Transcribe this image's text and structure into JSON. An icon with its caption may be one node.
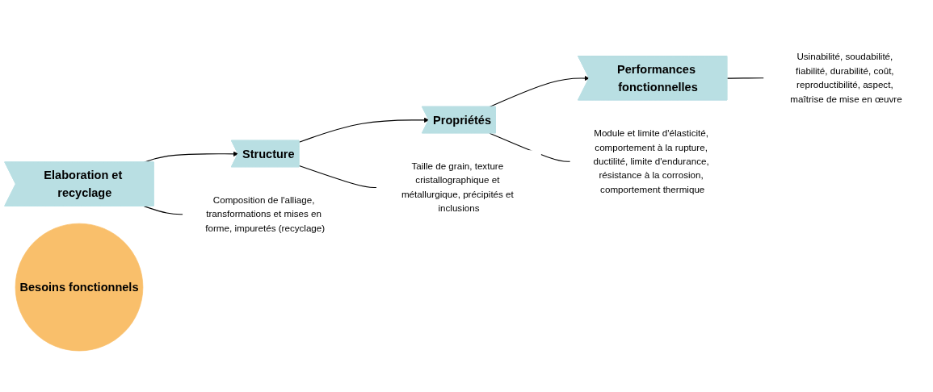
{
  "diagram": {
    "nodes": [
      {
        "text": [
          "Elaboration et recyclage"
        ]
      },
      {
        "text": [
          "Structure"
        ]
      },
      {
        "text": [
          "Propriétés"
        ]
      },
      {
        "text": [
          "Performances fonctionnelles"
        ]
      },
      {
        "text": [
          "Besoins fonctionnels"
        ]
      },
      {
        "text": [
          "Composition de l'alliage, transformations et mises en forme, impuretés (recyclage)"
        ]
      },
      {
        "text": [
          "Taille de grain, texture cristallographique et métallurgique, précipités et inclusions"
        ]
      },
      {
        "text": [
          "Module et limite d'élasticité, comportement à la rupture, ductilité, limite d'endurance, résistance à la corrosion, comportement thermique"
        ]
      },
      {
        "text": [
          "Usinabilité, soudabilité, fiabilité, durabilité, coût, reproductibilité, aspect, maîtrise de mise en œuvre"
        ]
      }
    ],
    "edges": [
      {
        "from": 0,
        "to": 1,
        "arrow": "to"
      },
      {
        "from": 1,
        "to": 2,
        "arrow": "to"
      },
      {
        "from": 2,
        "to": 3,
        "arrow": "to"
      },
      {
        "from": 0,
        "to": 5,
        "arrow": "none"
      },
      {
        "from": 1,
        "to": 6,
        "arrow": "none"
      },
      {
        "from": 2,
        "to": 7,
        "arrow": "none"
      },
      {
        "from": 3,
        "to": 8,
        "arrow": "none"
      }
    ]
  }
}
